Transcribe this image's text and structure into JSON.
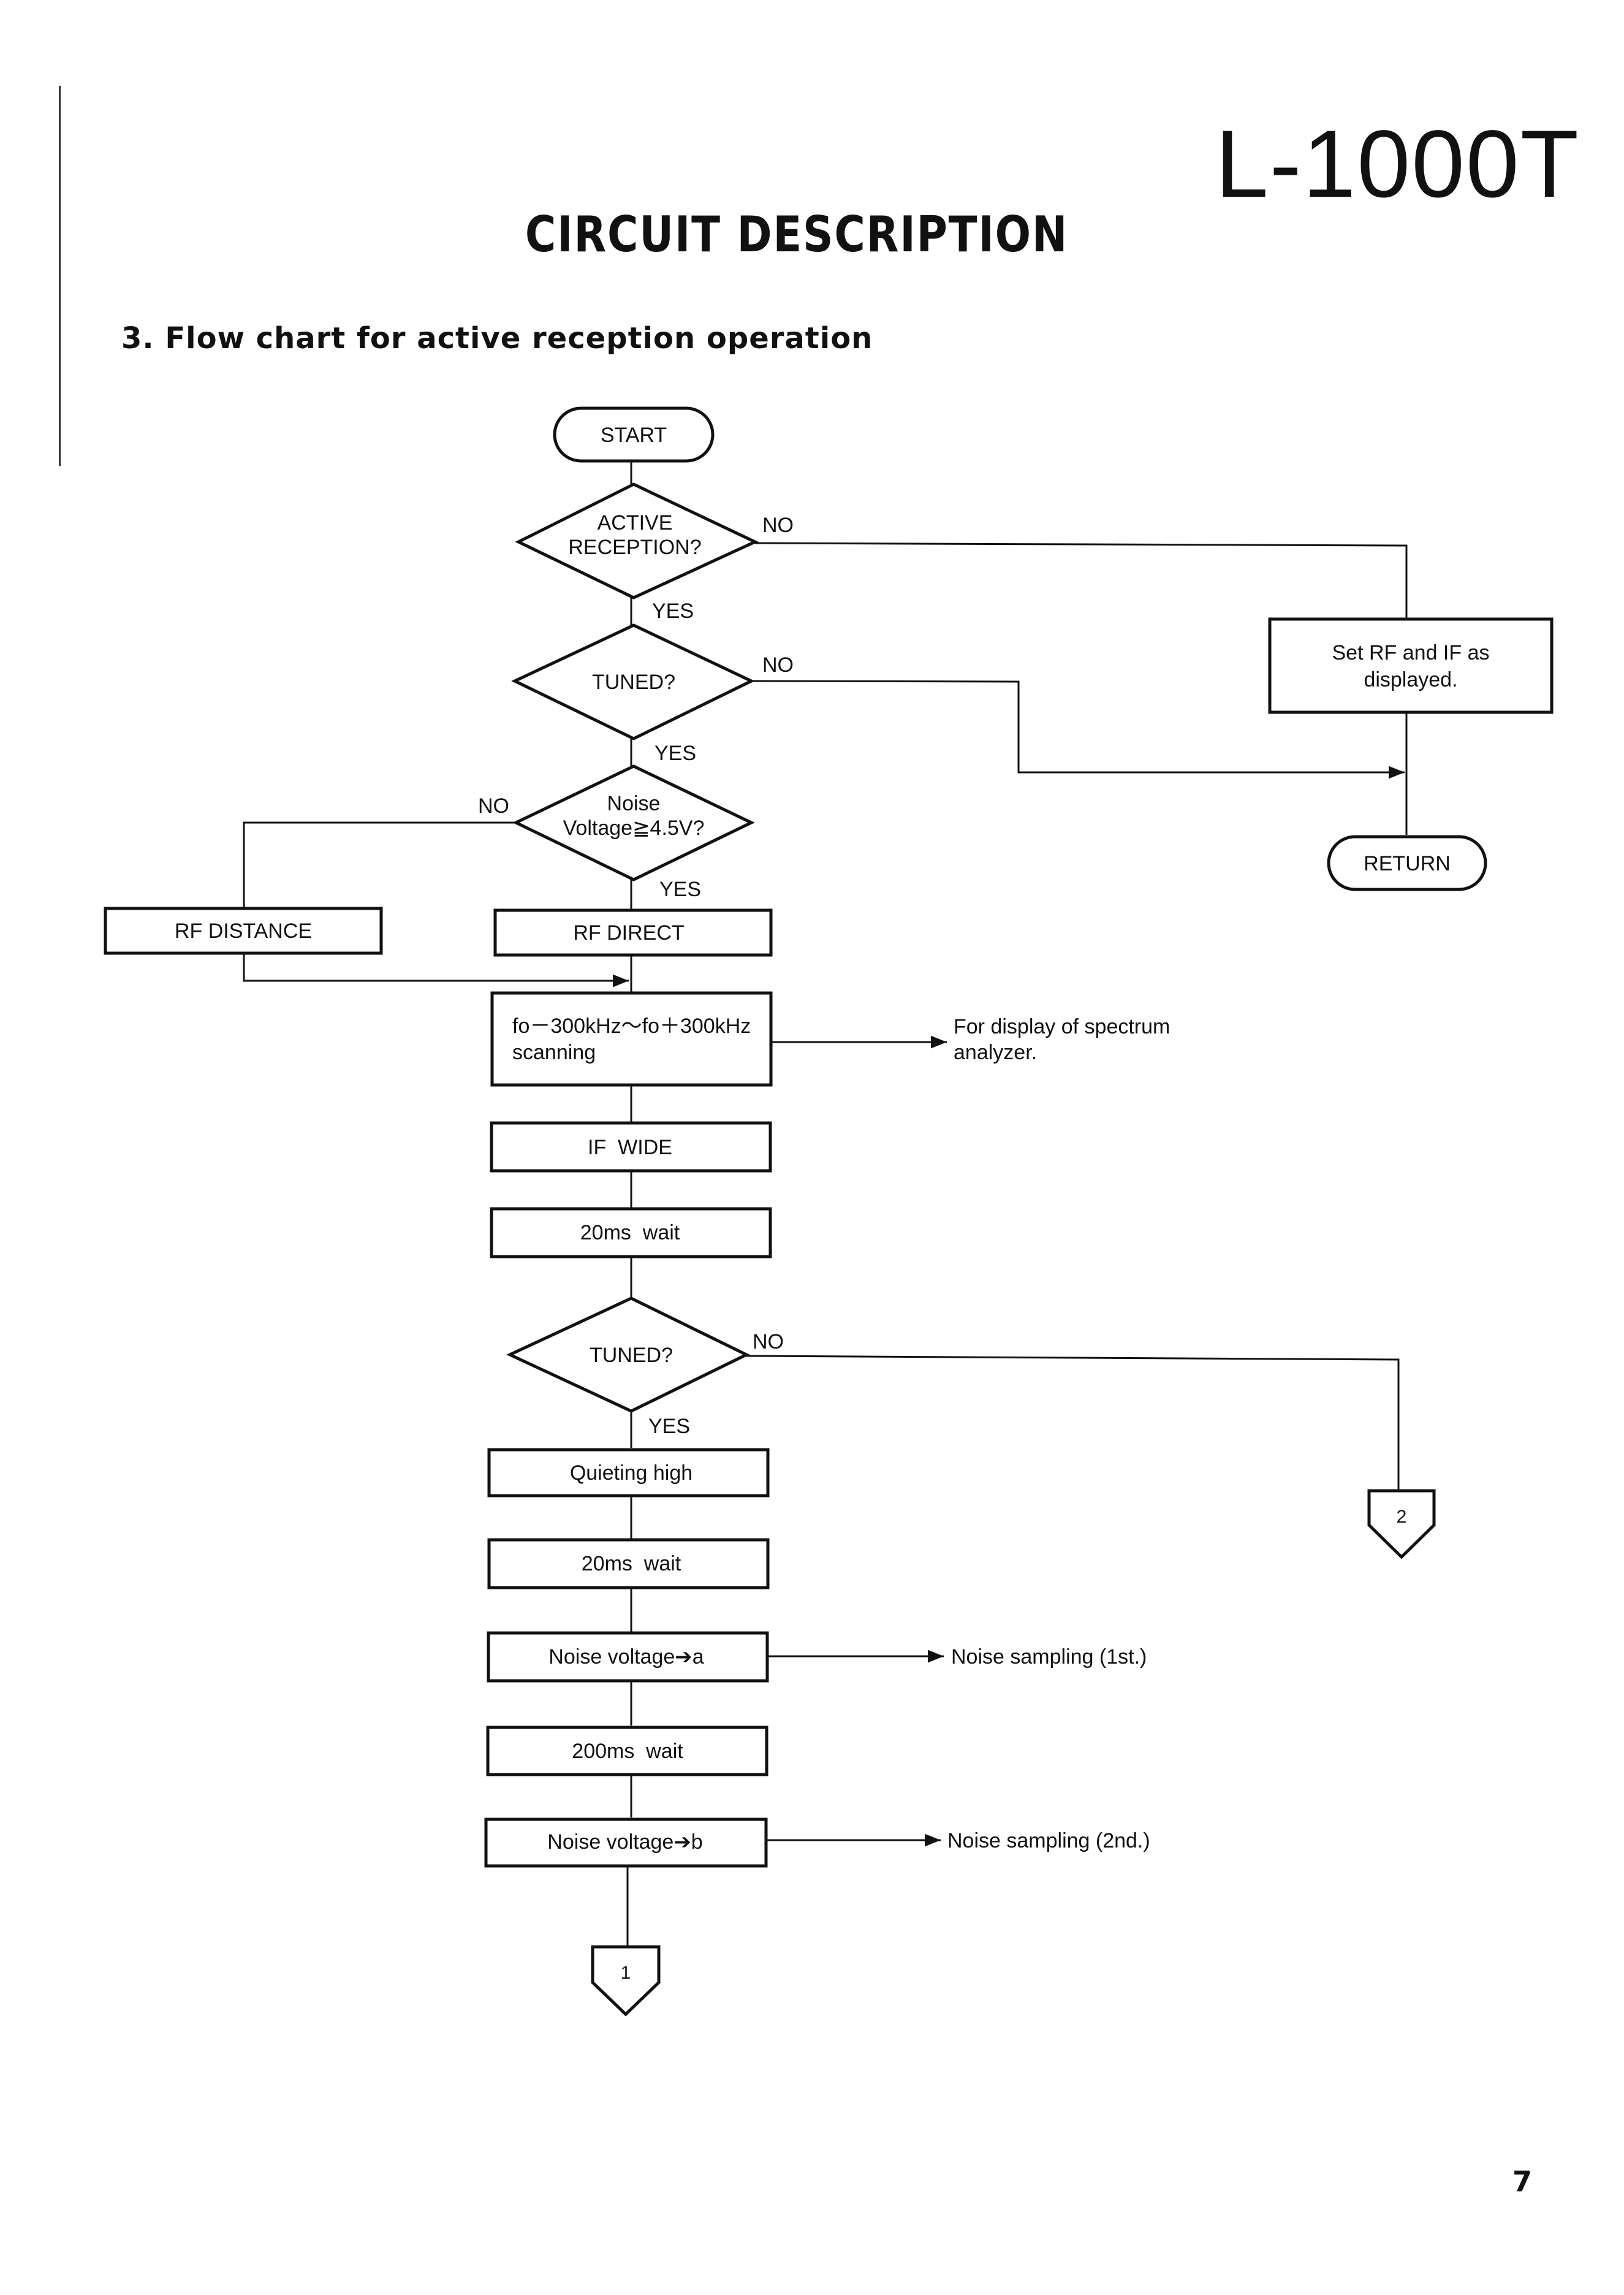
{
  "header": {
    "model": "L-1000T",
    "title": "CIRCUIT DESCRIPTION",
    "section": "3. Flow chart for active reception operation",
    "page_number": "7"
  },
  "flowchart": {
    "start": "START",
    "active_reception": [
      "ACTIVE",
      "RECEPTION?"
    ],
    "tuned_1": "TUNED?",
    "noise_check": [
      "Noise",
      "Voltage≧4.5V?"
    ],
    "rf_distance": "RF DISTANCE",
    "rf_direct": "RF DIRECT",
    "scan": [
      "fo－300kHz～fo＋300kHz",
      "scanning"
    ],
    "scan_note": [
      "For display of spectrum",
      "analyzer."
    ],
    "if_wide": "IF  WIDE",
    "wait_1": "20ms  wait",
    "tuned_2": "TUNED?",
    "quieting_high": "Quieting high",
    "wait_2": "20ms  wait",
    "noise_a": "Noise voltage➔a",
    "noise_a_note": "Noise sampling (1st.)",
    "wait_3": "200ms  wait",
    "noise_b": "Noise voltage➔b",
    "noise_b_note": "Noise sampling (2nd.)",
    "connector_1": "1",
    "connector_2": "2",
    "set_rf_if": [
      "Set RF and IF as",
      "displayed."
    ],
    "return": "RETURN",
    "yes": "YES",
    "no": "NO"
  }
}
